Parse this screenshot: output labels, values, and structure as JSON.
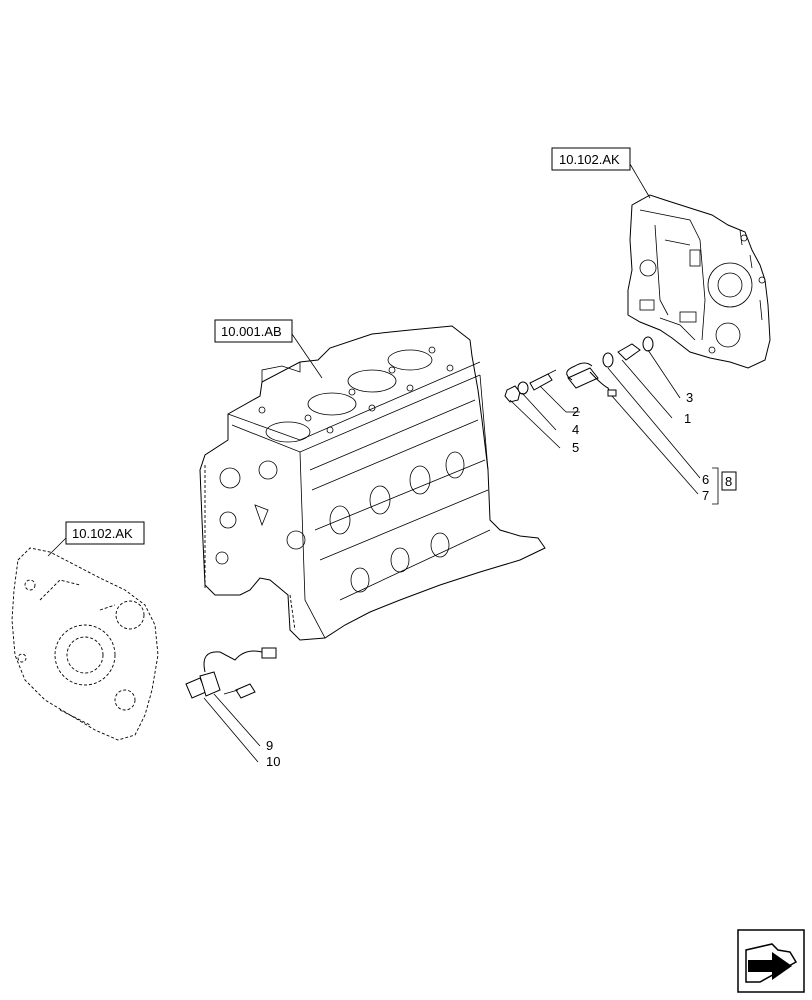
{
  "references": {
    "timing_cover_right": "10.102.AK",
    "engine_block": "10.001.AB",
    "timing_cover_left": "10.102.AK"
  },
  "callouts": {
    "c1": "1",
    "c2": "2",
    "c3": "3",
    "c4": "4",
    "c5": "5",
    "c6": "6",
    "c7": "7",
    "c8": "8",
    "c9": "9",
    "c10": "10"
  },
  "icons": {
    "nav": "next-page-arrow-icon"
  }
}
